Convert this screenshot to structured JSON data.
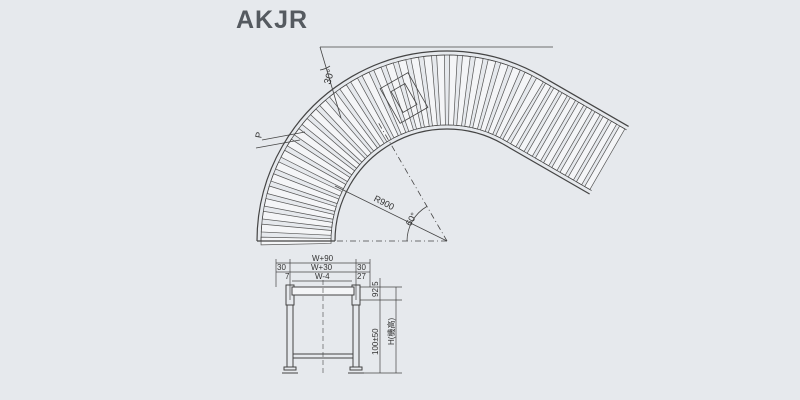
{
  "title": "AKJR",
  "plan": {
    "angle_top": "30°",
    "pitch": "P",
    "radius": "R900",
    "angle_center": "60°"
  },
  "section": {
    "width_outer": "W+90",
    "width_frame": "W+30",
    "width_roller": "W-4",
    "offset_left": "30",
    "offset_right": "30",
    "gap_left": "7",
    "gap_right": "27",
    "roller_height": "92.5",
    "height_range": "100±50",
    "height": "H(機高)"
  },
  "colors": {
    "background": "#e6e9ed",
    "line": "#444444",
    "roller_fill": "#f4f5f7"
  }
}
